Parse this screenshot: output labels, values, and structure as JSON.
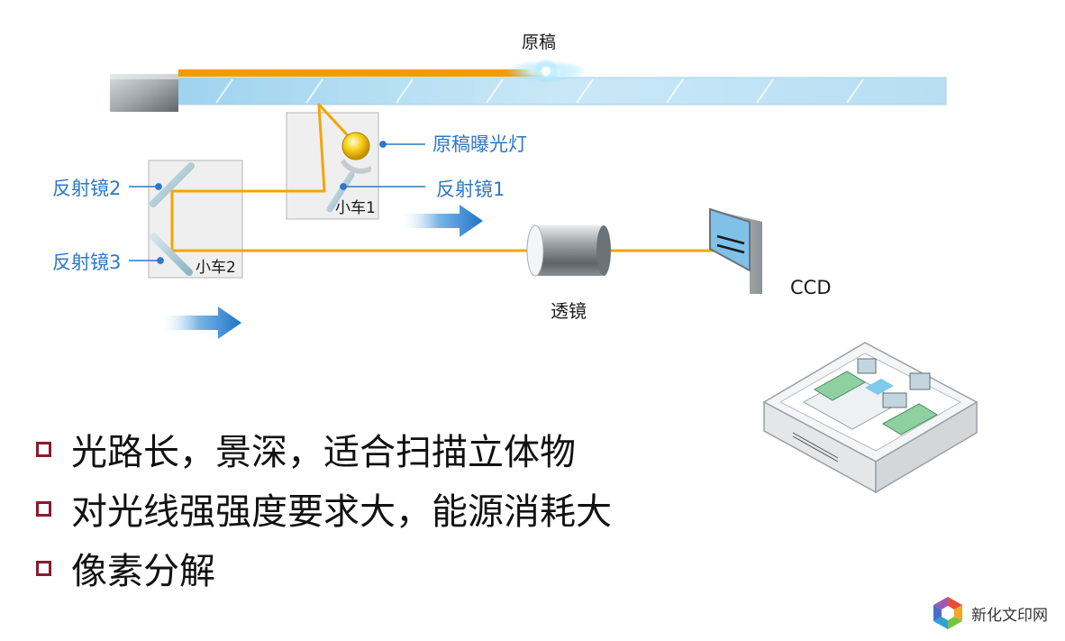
{
  "diagram": {
    "labels": {
      "original": "原稿",
      "lamp": "原稿曝光灯",
      "mirror1": "反射镜1",
      "mirror2": "反射镜2",
      "mirror3": "反射镜3",
      "carriage1": "小车1",
      "carriage2": "小车2",
      "lens": "透镜",
      "ccd": "CCD"
    }
  },
  "bullets": [
    "光路长，景深，适合扫描立体物",
    "对光线强强度要求大，能源消耗大",
    "像素分解"
  ],
  "brand": {
    "text": "新化文印网"
  },
  "colors": {
    "light_path": "#f5a400",
    "label_blue": "#2f78c4",
    "bullet_marker": "#8b1a2e",
    "arrow_blue": "#1e73c8"
  }
}
